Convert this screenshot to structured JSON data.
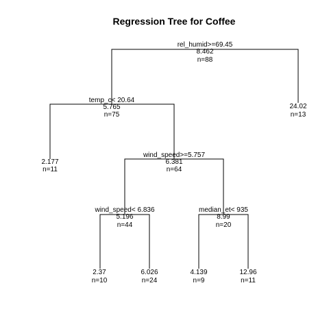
{
  "title": "Regression Tree for Coffee",
  "tree": {
    "internal": [
      {
        "id": "root",
        "split": "rel_humid>=69.45",
        "value": "8.462",
        "n": "n=88"
      },
      {
        "id": "temp",
        "split": "temp_c< 20.64",
        "value": "5.765",
        "n": "n=75"
      },
      {
        "id": "wind1",
        "split": "wind_speed>=5.757",
        "value": "6.381",
        "n": "n=64"
      },
      {
        "id": "wind2",
        "split": "wind_speed< 6.836",
        "value": "5.196",
        "n": "n=44"
      },
      {
        "id": "median",
        "split": "median_et< 935",
        "value": "8.99",
        "n": "n=20"
      }
    ],
    "leaves": [
      {
        "id": "leaf-24-02",
        "value": "24.02",
        "n": "n=13"
      },
      {
        "id": "leaf-2-177",
        "value": "2.177",
        "n": "n=11"
      },
      {
        "id": "leaf-2-37",
        "value": "2.37",
        "n": "n=10"
      },
      {
        "id": "leaf-6-026",
        "value": "6.026",
        "n": "n=24"
      },
      {
        "id": "leaf-4-139",
        "value": "4.139",
        "n": "n=9"
      },
      {
        "id": "leaf-12-96",
        "value": "12.96",
        "n": "n=11"
      }
    ]
  }
}
